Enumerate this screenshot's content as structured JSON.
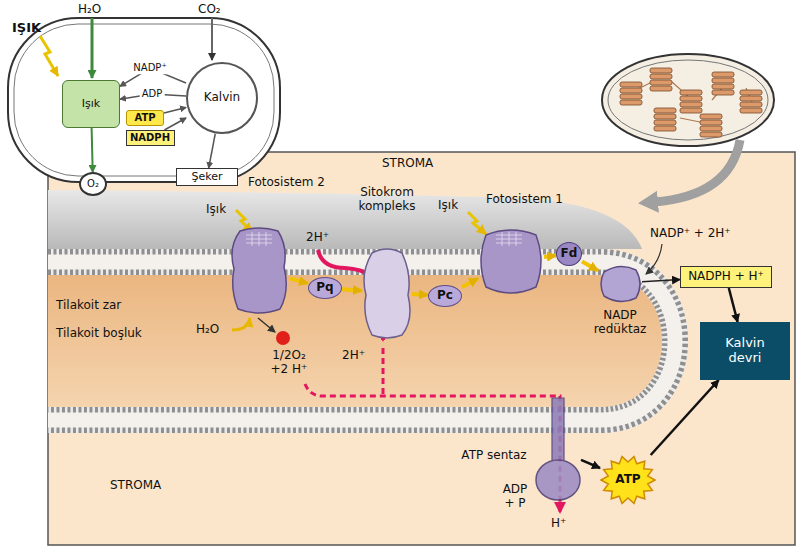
{
  "diagram": {
    "nodes": [
      {
        "text": [
          "Işık"
        ]
      },
      {
        "text": [
          "Kalvin"
        ]
      },
      {
        "text": [
          "ATP"
        ]
      },
      {
        "text": [
          "NADPH"
        ]
      },
      {
        "text": [
          "O₂"
        ]
      },
      {
        "text": [
          "Şeker"
        ]
      },
      {
        "text": [
          "Fotosistem 2"
        ]
      },
      {
        "text": [
          "Pq"
        ]
      },
      {
        "text": [
          "Sitokrom kompleks"
        ]
      },
      {
        "text": [
          "Pc"
        ]
      },
      {
        "text": [
          "Fotosistem 1"
        ]
      },
      {
        "text": [
          "Fd"
        ]
      },
      {
        "text": [
          "NADP redüktaz"
        ]
      },
      {
        "text": [
          "NADPH + H⁺"
        ]
      },
      {
        "text": [
          "Kalvin devri"
        ]
      },
      {
        "text": [
          "ATP sentaz"
        ]
      },
      {
        "text": [
          "ATP"
        ]
      }
    ],
    "edges": [
      {
        "from": 0,
        "to": 4,
        "arrow": "to"
      },
      {
        "from": 2,
        "to": 1,
        "arrow": "to"
      },
      {
        "from": 3,
        "to": 1,
        "arrow": "to"
      },
      {
        "from": 1,
        "to": 0,
        "label": "NADP⁺",
        "arrow": "to"
      },
      {
        "from": 1,
        "to": 0,
        "label": "ADP",
        "arrow": "to"
      },
      {
        "from": 1,
        "to": 5,
        "arrow": "to"
      },
      {
        "from": 6,
        "to": 7,
        "arrow": "to"
      },
      {
        "from": 7,
        "to": 8,
        "arrow": "to"
      },
      {
        "from": 8,
        "to": 9,
        "arrow": "to"
      },
      {
        "from": 9,
        "to": 10,
        "arrow": "to"
      },
      {
        "from": 10,
        "to": 11,
        "arrow": "to"
      },
      {
        "from": 11,
        "to": 12,
        "arrow": "to"
      },
      {
        "from": 12,
        "to": 13,
        "arrow": "to"
      },
      {
        "from": 13,
        "to": 14,
        "arrow": "to"
      },
      {
        "from": 15,
        "to": 16,
        "arrow": "to"
      },
      {
        "from": 16,
        "to": 14,
        "arrow": "to"
      }
    ],
    "labels": [
      "IŞIK",
      "H₂O",
      "CO₂",
      "STROMA",
      "Işık",
      "2H⁺",
      "Işık",
      "NADP⁺ + 2H⁺",
      "Tilakoit zar",
      "Tilakoit boşluk",
      "H₂O",
      "1/2O₂ +2 H⁺",
      "2H⁺",
      "ADP + P",
      "H⁺",
      "STROMA"
    ]
  }
}
